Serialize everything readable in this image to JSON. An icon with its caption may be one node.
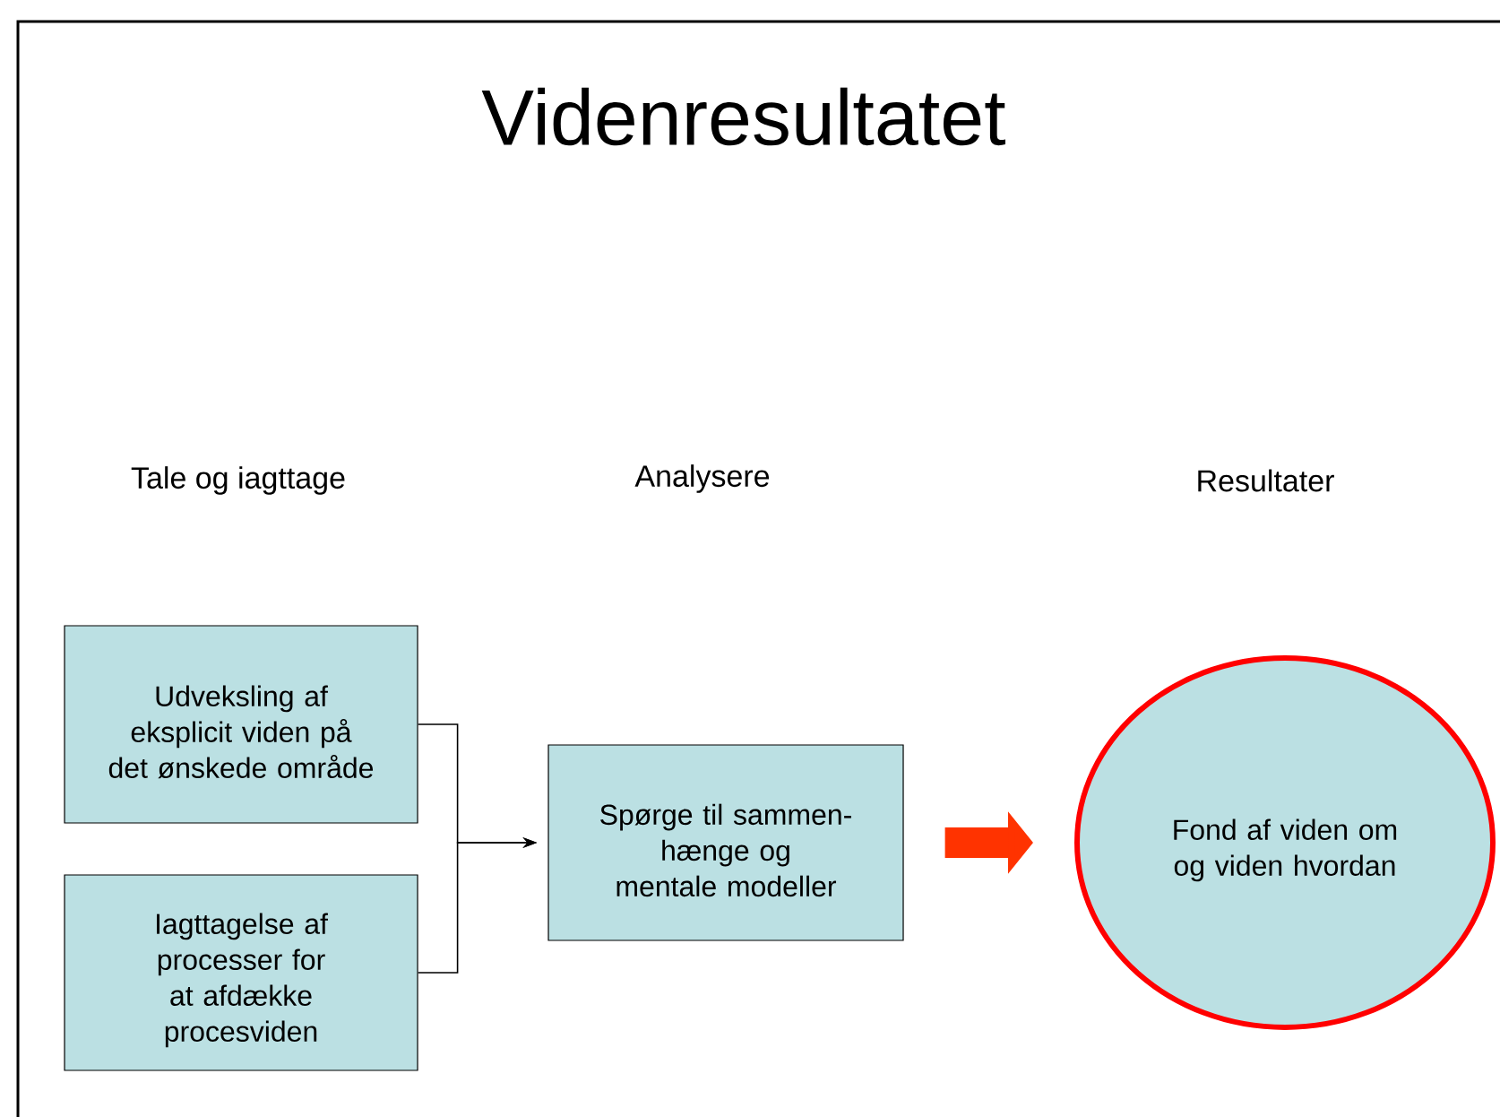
{
  "diagram": {
    "title": "Videnresultatet",
    "nodes": [
      {
        "text": [
          "Udveksling af eksplicit viden på det ønskede område"
        ]
      },
      {
        "text": [
          "Iagttagelse af processer for at afdække procesviden"
        ]
      },
      {
        "text": [
          "Spørge til sammen- hænge og mentale modeller"
        ]
      },
      {
        "text": [
          "Fond af viden om og viden hvordan"
        ]
      }
    ],
    "edges": [
      {
        "from": 0,
        "to": 2,
        "arrow": "to"
      },
      {
        "from": 1,
        "to": 2,
        "arrow": "to"
      },
      {
        "from": 2,
        "to": 3,
        "arrow": "to",
        "style": "thick",
        "color": "#ff3300"
      }
    ],
    "labels": [
      "Tale og iagttage",
      "Analysere",
      "Resultater"
    ]
  }
}
